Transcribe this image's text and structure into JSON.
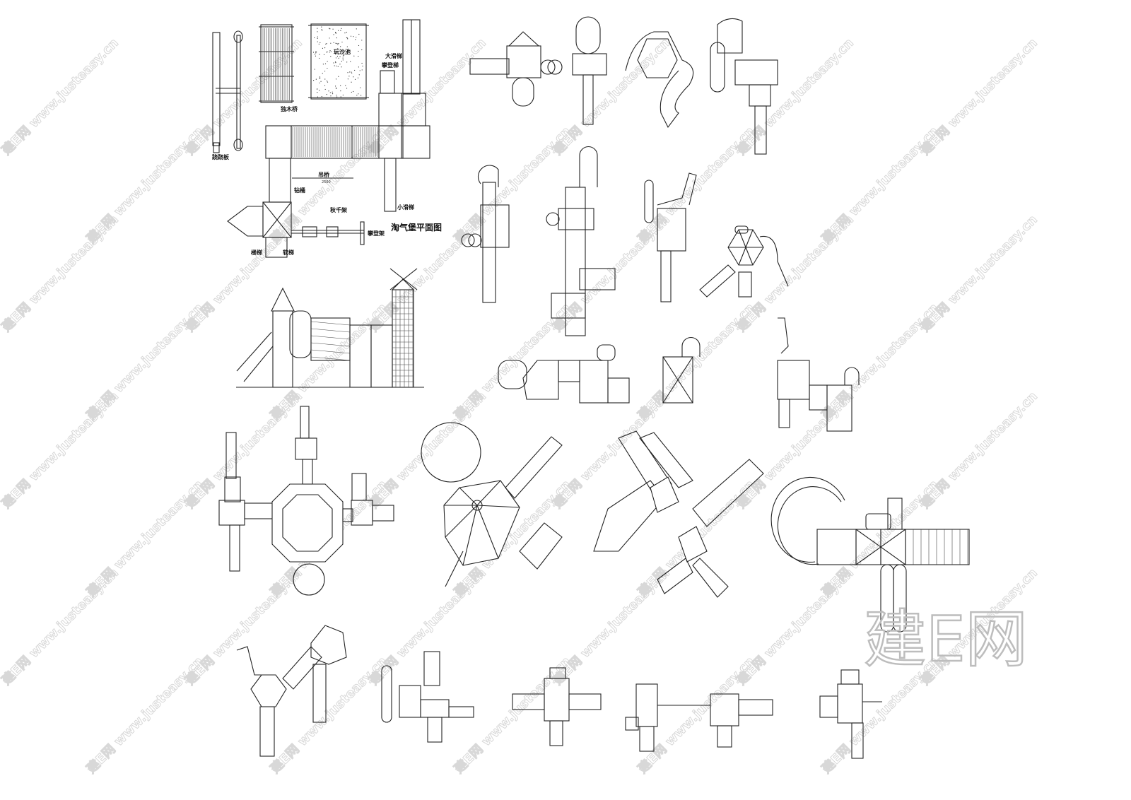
{
  "plan_title": "淘气堡平面图",
  "labels": {
    "seesaw": "跷跷板",
    "balance_beam": "独木桥",
    "sandpit": "玩沙池",
    "big_slide": "大滑梯",
    "climbing_ladder": "攀登梯",
    "suspension_bridge": "吊桥",
    "bridge_dimension": "2500",
    "crawl_tube": "钻桶",
    "small_slide": "小滑梯",
    "swing_frame": "秋千架",
    "climbing_frame": "攀登架",
    "stairs": "楼梯",
    "rope_ladder": "软梯"
  },
  "watermark": {
    "brand": "建E网",
    "url": "www.justeasy.cn"
  }
}
